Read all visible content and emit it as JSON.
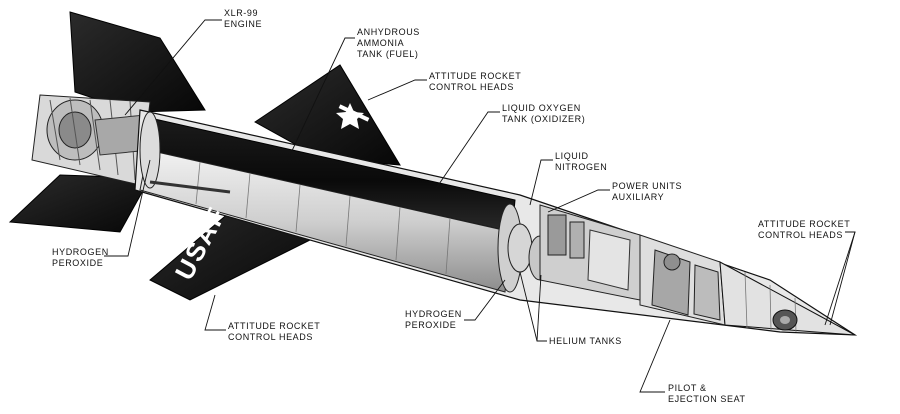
{
  "labels": {
    "xlr99": {
      "line1": "XLR-99",
      "line2": "ENGINE"
    },
    "ammonia": {
      "line1": "ANHYDROUS",
      "line2": "AMMONIA",
      "line3": "TANK (FUEL)"
    },
    "attitude_top": {
      "line1": "ATTITUDE ROCKET",
      "line2": "CONTROL HEADS"
    },
    "lox": {
      "line1": "LIQUID OXYGEN",
      "line2": "TANK (OXIDIZER)"
    },
    "nitrogen": {
      "line1": "LIQUID",
      "line2": "NITROGEN"
    },
    "power": {
      "line1": "POWER UNITS",
      "line2": "AUXILIARY"
    },
    "attitude_nose": {
      "line1": "ATTITUDE ROCKET",
      "line2": "CONTROL HEADS"
    },
    "h2o2_left": {
      "line1": "HYDROGEN",
      "line2": "PEROXIDE"
    },
    "attitude_wing": {
      "line1": "ATTITUDE ROCKET",
      "line2": "CONTROL HEADS"
    },
    "h2o2_center": {
      "line1": "HYDROGEN",
      "line2": "PEROXIDE"
    },
    "helium": {
      "line1": "HELIUM TANKS"
    },
    "pilot": {
      "line1": "PILOT &",
      "line2": "EJECTION SEAT"
    }
  },
  "markings": {
    "wing": "USAF"
  }
}
